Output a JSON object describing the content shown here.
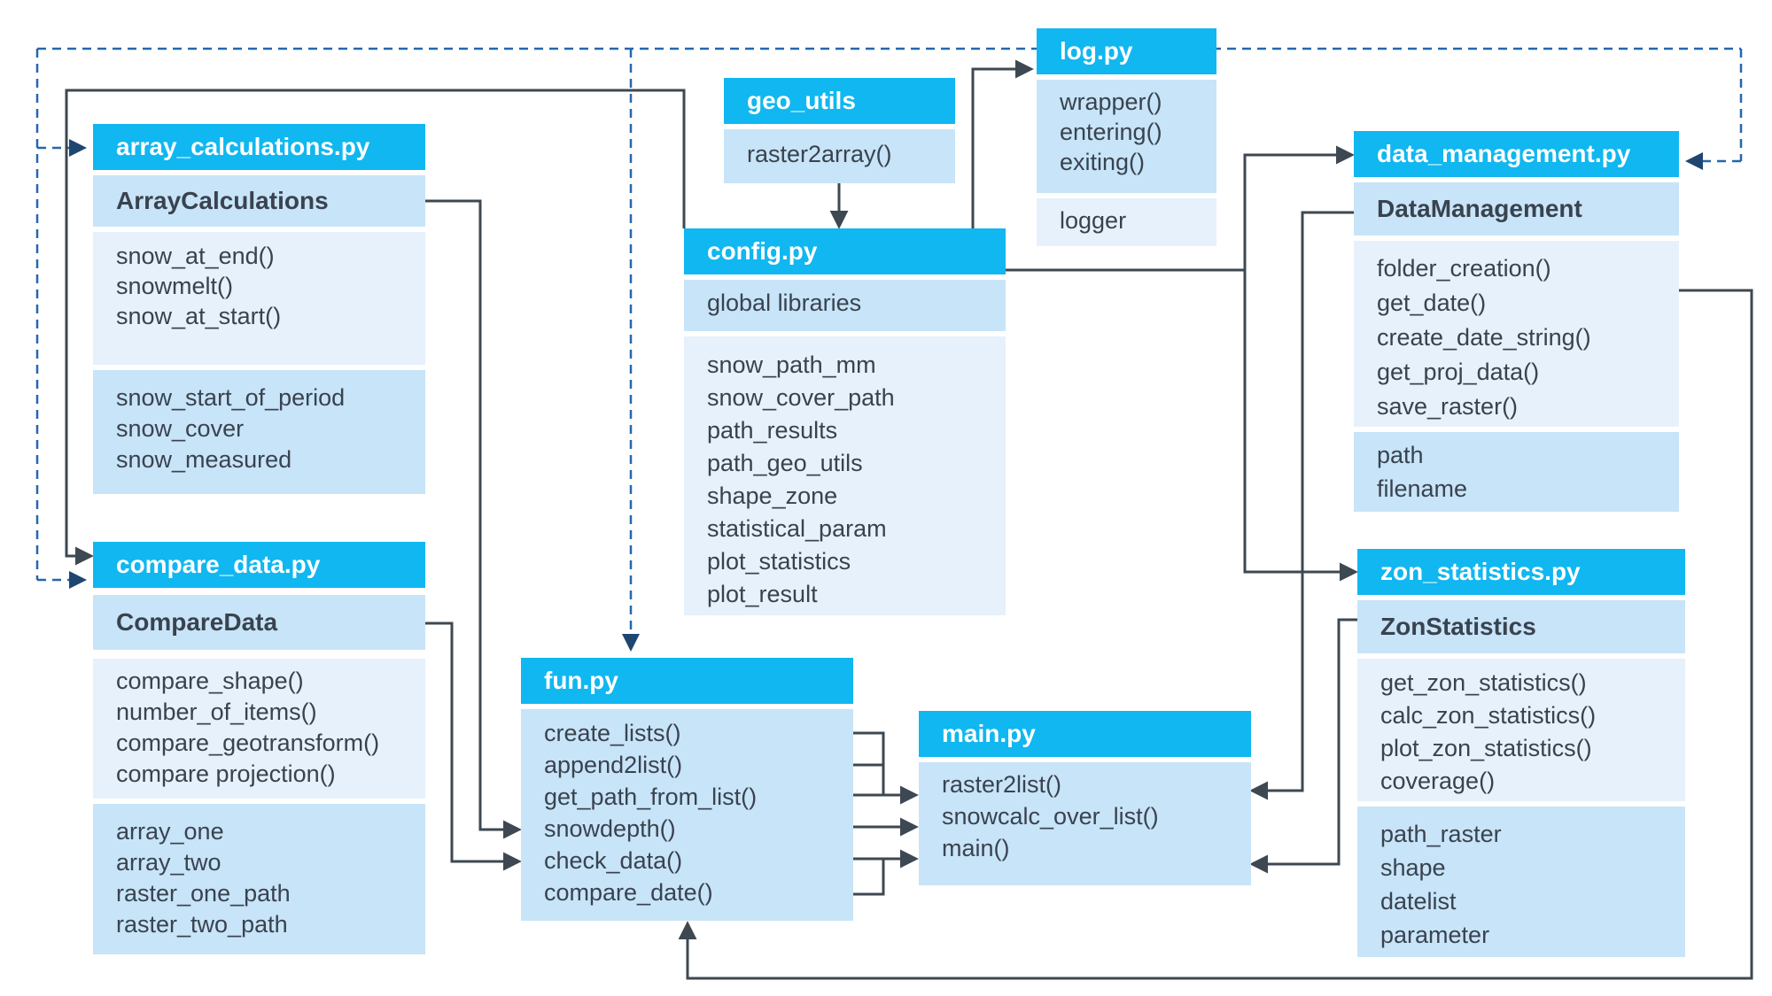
{
  "modules": {
    "array_calculations": {
      "title": "array_calculations.py",
      "class_name": "ArrayCalculations",
      "methods": [
        "snow_at_end()",
        "snowmelt()",
        "snow_at_start()"
      ],
      "attributes": [
        "snow_start_of_period",
        "snow_cover",
        "snow_measured"
      ]
    },
    "compare_data": {
      "title": "compare_data.py",
      "class_name": "CompareData",
      "methods": [
        "compare_shape()",
        "number_of_items()",
        "compare_geotransform()",
        "compare projection()"
      ],
      "attributes": [
        "array_one",
        "array_two",
        "raster_one_path",
        "raster_two_path"
      ]
    },
    "geo_utils": {
      "title": "geo_utils",
      "functions": [
        "raster2array()"
      ]
    },
    "config": {
      "title": "config.py",
      "globals_label": "global libraries",
      "attributes": [
        "snow_path_mm",
        "snow_cover_path",
        "path_results",
        "path_geo_utils",
        "shape_zone",
        "statistical_param",
        "plot_statistics",
        "plot_result"
      ]
    },
    "log": {
      "title": "log.py",
      "methods": [
        "wrapper()",
        "entering()",
        "exiting()"
      ],
      "attributes": [
        "logger"
      ]
    },
    "fun": {
      "title": "fun.py",
      "functions": [
        "create_lists()",
        "append2list()",
        "get_path_from_list()",
        "snowdepth()",
        "check_data()",
        "compare_date()"
      ]
    },
    "main": {
      "title": "main.py",
      "functions": [
        "raster2list()",
        "snowcalc_over_list()",
        "main()"
      ]
    },
    "data_management": {
      "title": "data_management.py",
      "class_name": "DataManagement",
      "methods": [
        "folder_creation()",
        "get_date()",
        "create_date_string()",
        "get_proj_data()",
        "save_raster()"
      ],
      "attributes": [
        "path",
        "filename"
      ]
    },
    "zon_statistics": {
      "title": "zon_statistics.py",
      "class_name": "ZonStatistics",
      "methods": [
        "get_zon_statistics()",
        "calc_zon_statistics()",
        "plot_zon_statistics()",
        "coverage()"
      ],
      "attributes": [
        "path_raster",
        "shape",
        "datelist",
        "parameter"
      ]
    }
  },
  "colors": {
    "header": "#10B7F0",
    "row_medium": "#C8E4F8",
    "row_light": "#E7F1FC",
    "text": "#39434F",
    "solid_connector": "#3E4852",
    "dashed_connector": "#2567AE",
    "dashed_arrowhead": "#1F4670",
    "background": "#FFFFFF"
  },
  "edges": [
    {
      "from": "config.py",
      "to": "log.py",
      "style": "solid"
    },
    {
      "from": "geo_utils",
      "to": "config.py",
      "style": "solid"
    },
    {
      "from": "config.py",
      "to": "compare_data.py",
      "style": "solid"
    },
    {
      "from": "config.py",
      "to": "data_management.py",
      "style": "solid"
    },
    {
      "from": "config.py",
      "to": "zon_statistics.py",
      "style": "solid"
    },
    {
      "from": "ArrayCalculations",
      "to": "fun.snowdepth()",
      "style": "solid"
    },
    {
      "from": "CompareData",
      "to": "fun.check_data()",
      "style": "solid"
    },
    {
      "from": "fun.create_lists()/append2list()/get_path_from_list()",
      "to": "main.raster2list()",
      "style": "solid"
    },
    {
      "from": "fun.snowdepth()",
      "to": "main.snowcalc_over_list()",
      "style": "solid"
    },
    {
      "from": "fun.check_data()/compare_date()",
      "to": "main.main()",
      "style": "solid"
    },
    {
      "from": "DataManagement",
      "to": "main.raster2list()",
      "style": "solid"
    },
    {
      "from": "ZonStatistics",
      "to": "main.main()",
      "style": "solid"
    },
    {
      "from": "data_management.py",
      "to": "fun.py (bottom loop)",
      "style": "solid"
    },
    {
      "from": "dashed-bus",
      "to": "array_calculations.py",
      "style": "dashed"
    },
    {
      "from": "dashed-bus",
      "to": "compare_data.py",
      "style": "dashed"
    },
    {
      "from": "dashed-bus",
      "to": "fun.py",
      "style": "dashed"
    },
    {
      "from": "dashed-bus",
      "to": "data_management.py",
      "style": "dashed"
    }
  ]
}
